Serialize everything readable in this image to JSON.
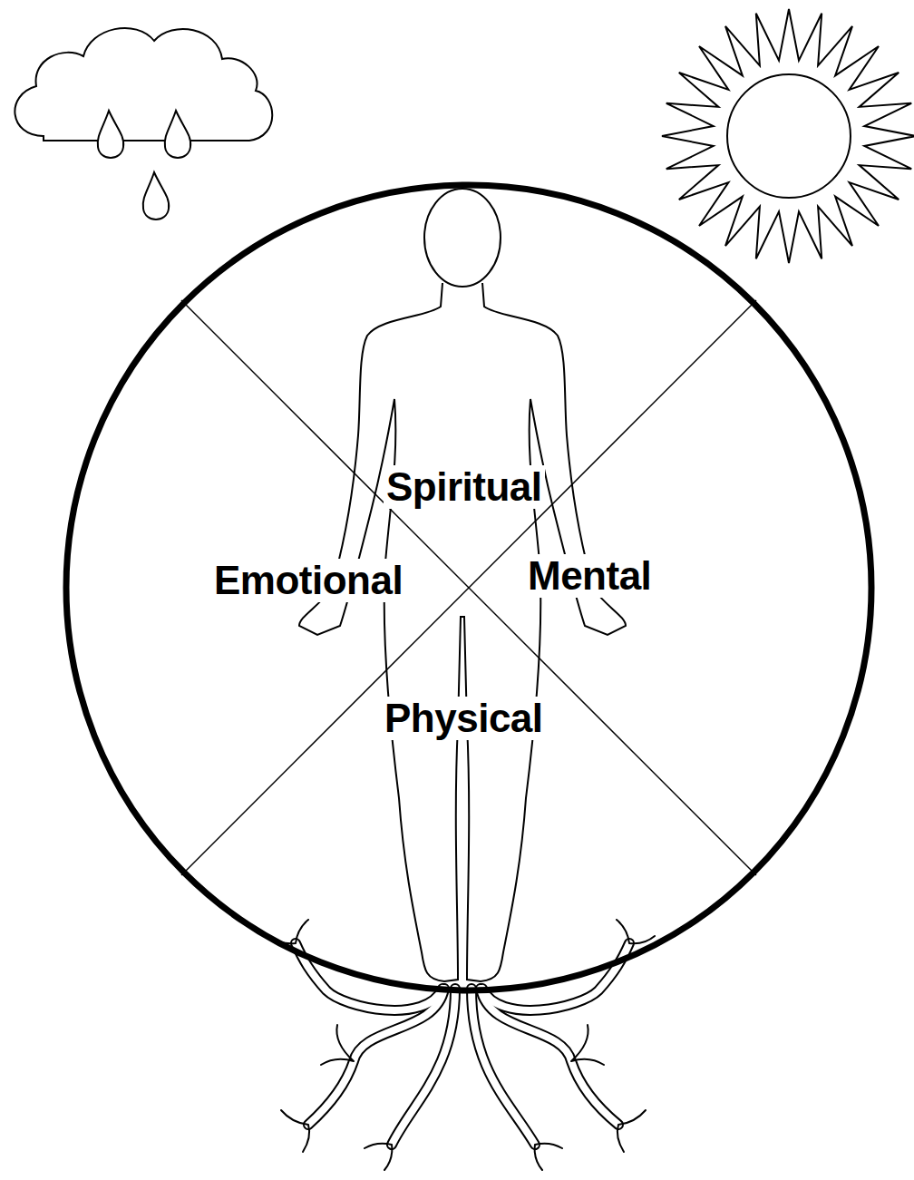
{
  "diagram": {
    "nodes": [
      {
        "text": [
          "Spiritual",
          "Emotional",
          "Mental",
          "Physical"
        ]
      }
    ]
  }
}
